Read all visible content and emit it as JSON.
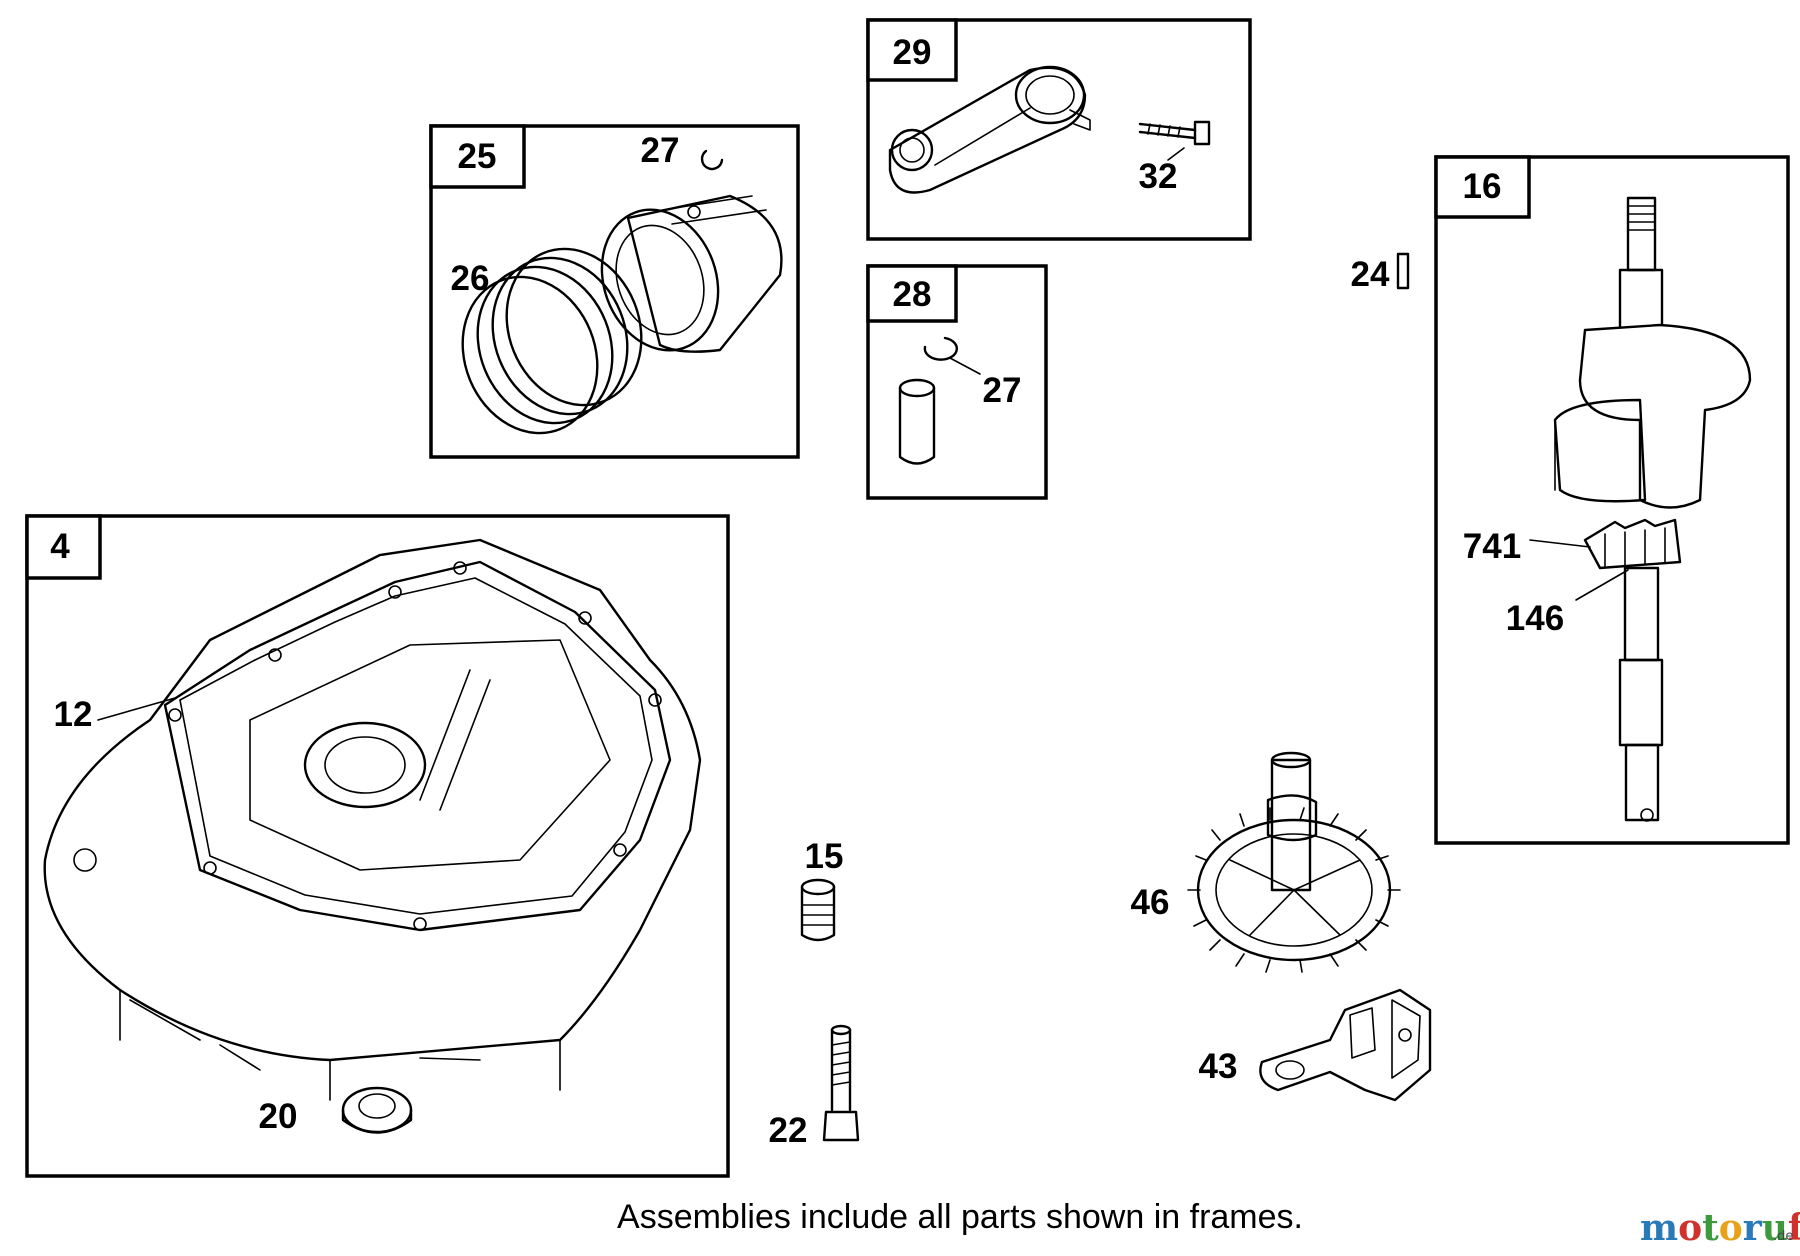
{
  "frames": [
    {
      "id": "f25",
      "label": "25"
    },
    {
      "id": "f29",
      "label": "29"
    },
    {
      "id": "f28",
      "label": "28"
    },
    {
      "id": "f16",
      "label": "16"
    },
    {
      "id": "f4",
      "label": "4"
    }
  ],
  "callouts": [
    {
      "id": "c27a",
      "text": "27"
    },
    {
      "id": "c26",
      "text": "26"
    },
    {
      "id": "c32",
      "text": "32"
    },
    {
      "id": "c27b",
      "text": "27"
    },
    {
      "id": "c24",
      "text": "24"
    },
    {
      "id": "c741",
      "text": "741"
    },
    {
      "id": "c146",
      "text": "146"
    },
    {
      "id": "c12",
      "text": "12"
    },
    {
      "id": "c15",
      "text": "15"
    },
    {
      "id": "c46",
      "text": "46"
    },
    {
      "id": "c43",
      "text": "43"
    },
    {
      "id": "c20",
      "text": "20"
    },
    {
      "id": "c22",
      "text": "22"
    }
  ],
  "footnote": "Assemblies include all parts shown in frames.",
  "watermark": {
    "logo": "motoruf",
    "suffix": ".de",
    "colors": [
      "#d0312d",
      "#2a7ab8",
      "#3c9a3c",
      "#e8a21a"
    ]
  }
}
